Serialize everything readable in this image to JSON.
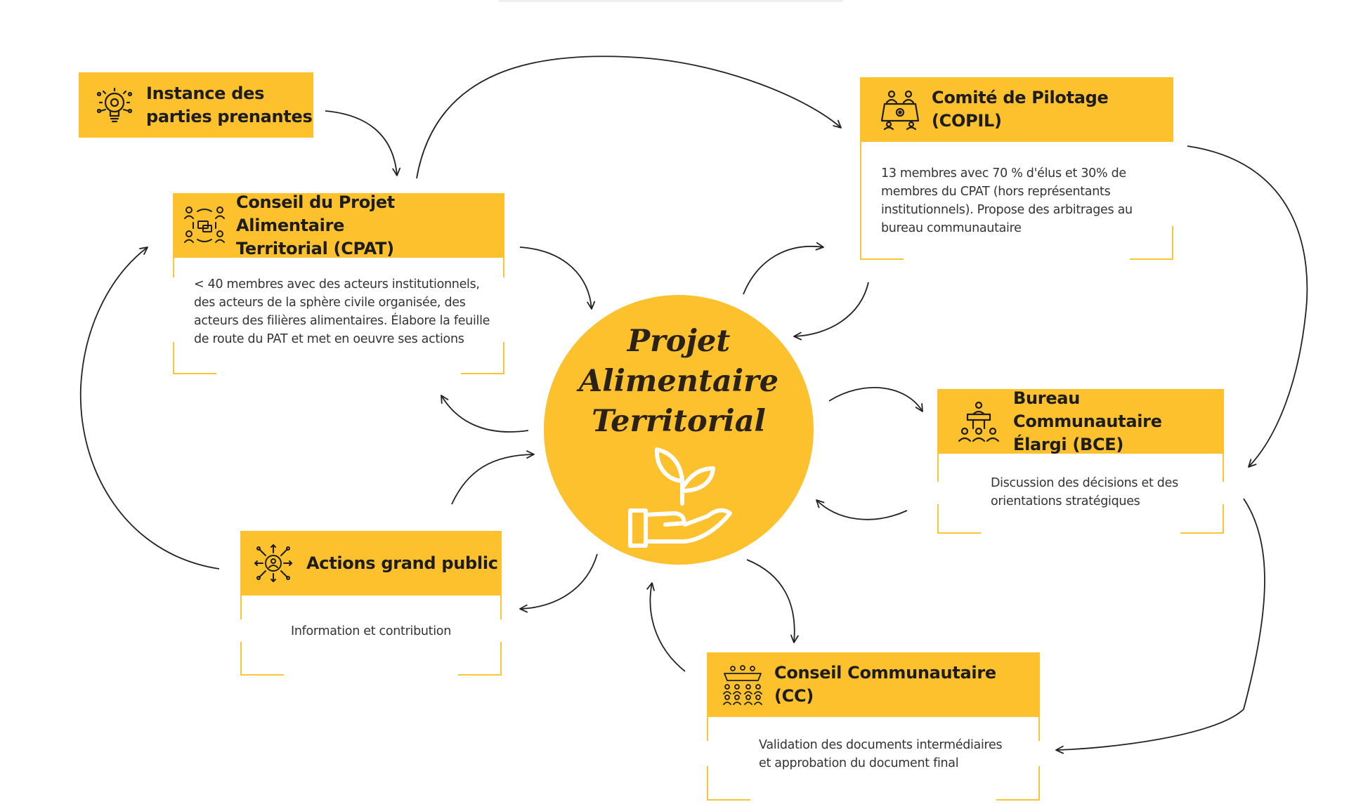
{
  "center": {
    "line1": "Projet",
    "line2": "Alimentaire",
    "line3": "Territorial",
    "icon": "plant-in-hand-icon"
  },
  "nodes": {
    "instance": {
      "line1": "Instance des",
      "line2": "parties prenantes",
      "icon": "lightbulb-icon"
    },
    "copil": {
      "title": "Comité de Pilotage (COPIL)",
      "icon": "meeting-table-icon",
      "desc": [
        "13 membres avec 70 % d'élus et 30% de",
        "membres du CPAT (hors représentants",
        "institutionnels). Propose des arbitrages au",
        "bureau communautaire"
      ]
    },
    "cpat": {
      "line1": "Conseil du Projet Alimentaire",
      "line2": "Territorial (CPAT)",
      "icon": "discussion-group-icon",
      "desc": [
        "< 40 membres avec des acteurs institutionnels,",
        "des acteurs de la sphère civile organisée, des",
        "acteurs des filières alimentaires. Élabore la feuille",
        "de route du PAT et met en oeuvre ses actions"
      ]
    },
    "bce": {
      "line1": "Bureau Communautaire",
      "line2": "Élargi (BCE)",
      "icon": "speaker-podium-icon",
      "desc": [
        "Discussion des décisions et des",
        "orientations stratégiques"
      ]
    },
    "public": {
      "title": "Actions grand public",
      "icon": "gear-person-icon",
      "desc": [
        "Information et contribution"
      ]
    },
    "cc": {
      "title": "Conseil Communautaire (CC)",
      "icon": "assembly-icon",
      "desc": [
        "Validation des documents intermédiaires",
        "et approbation du document final"
      ]
    }
  },
  "colors": {
    "accent": "#fcc12d",
    "bracket": "#f7c537",
    "text": "#1d1d1d",
    "arrow": "#222222"
  }
}
